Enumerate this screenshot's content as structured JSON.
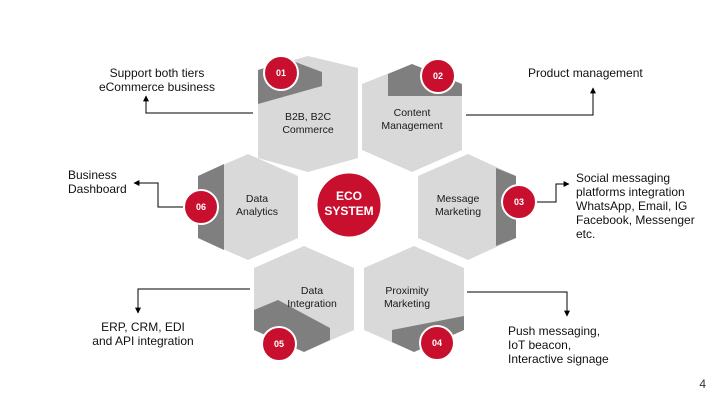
{
  "center": {
    "line1": "ECO",
    "line2": "SYSTEM"
  },
  "hexes": [
    {
      "num": "01",
      "line1": "B2B, B2C",
      "line2": "Commerce"
    },
    {
      "num": "02",
      "line1": "Content",
      "line2": "Management"
    },
    {
      "num": "03",
      "line1": "Message",
      "line2": "Marketing"
    },
    {
      "num": "04",
      "line1": "Proximity",
      "line2": "Marketing"
    },
    {
      "num": "05",
      "line1": "Data",
      "line2": "Integration"
    },
    {
      "num": "06",
      "line1": "Data",
      "line2": "Analytics"
    }
  ],
  "callouts": {
    "c01": {
      "line1": "Support both tiers",
      "line2": "eCommerce business"
    },
    "c02": {
      "line1": "Product management"
    },
    "c03": {
      "line1": "Social messaging",
      "line2": "platforms integration",
      "line3": "WhatsApp, Email, IG",
      "line4": "Facebook, Messenger",
      "line5": "etc."
    },
    "c04": {
      "line1": "Push messaging,",
      "line2": "IoT beacon,",
      "line3": "Interactive signage"
    },
    "c05": {
      "line1": "ERP, CRM, EDI",
      "line2": "and API integration"
    },
    "c06": {
      "line1": "Business",
      "line2": "Dashboard"
    }
  },
  "colors": {
    "accent": "#c8102e",
    "hex_light": "#d9d9d9",
    "hex_dark": "#7f7f7f",
    "line": "#000000"
  },
  "page_number": "4"
}
